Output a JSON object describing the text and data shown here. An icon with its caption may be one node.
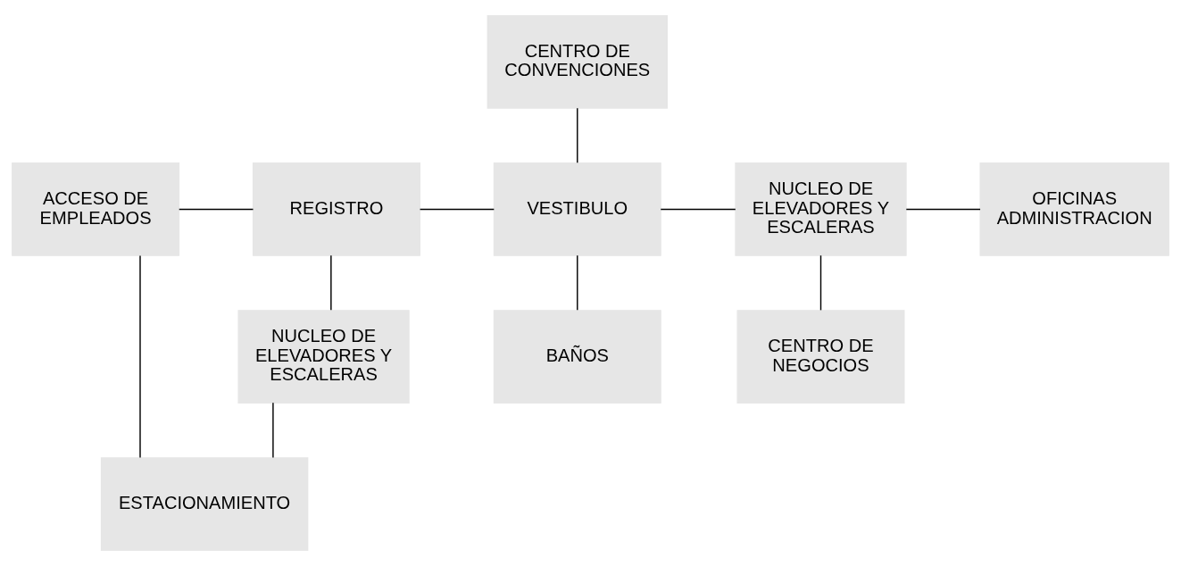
{
  "diagram": {
    "nodes": [
      {
        "text": [
          "CENTRO DE CONVENCIONES"
        ]
      },
      {
        "text": [
          "ACCESO DE EMPLEADOS"
        ]
      },
      {
        "text": [
          "REGISTRO"
        ]
      },
      {
        "text": [
          "VESTIBULO"
        ]
      },
      {
        "text": [
          "NUCLEO DE ELEVADORES Y ESCALERAS"
        ]
      },
      {
        "text": [
          "OFICINAS ADMINISTRACION"
        ]
      },
      {
        "text": [
          "NUCLEO DE ELEVADORES Y ESCALERAS"
        ]
      },
      {
        "text": [
          "BAÑOS"
        ]
      },
      {
        "text": [
          "CENTRO DE NEGOCIOS"
        ]
      },
      {
        "text": [
          "ESTACIONAMIENTO"
        ]
      }
    ],
    "edges": [
      {
        "from": 0,
        "to": 3,
        "arrow": "none"
      },
      {
        "from": 1,
        "to": 2,
        "arrow": "none"
      },
      {
        "from": 2,
        "to": 3,
        "arrow": "none"
      },
      {
        "from": 3,
        "to": 6,
        "arrow": "none"
      },
      {
        "from": 6,
        "to": 5,
        "arrow": "none"
      },
      {
        "from": 2,
        "to": 4,
        "arrow": "none"
      },
      {
        "from": 3,
        "to": 7,
        "arrow": "none"
      },
      {
        "from": 6,
        "to": 8,
        "arrow": "none"
      },
      {
        "from": 4,
        "to": 9,
        "arrow": "none"
      },
      {
        "from": 1,
        "to": 9,
        "arrow": "none"
      }
    ]
  }
}
